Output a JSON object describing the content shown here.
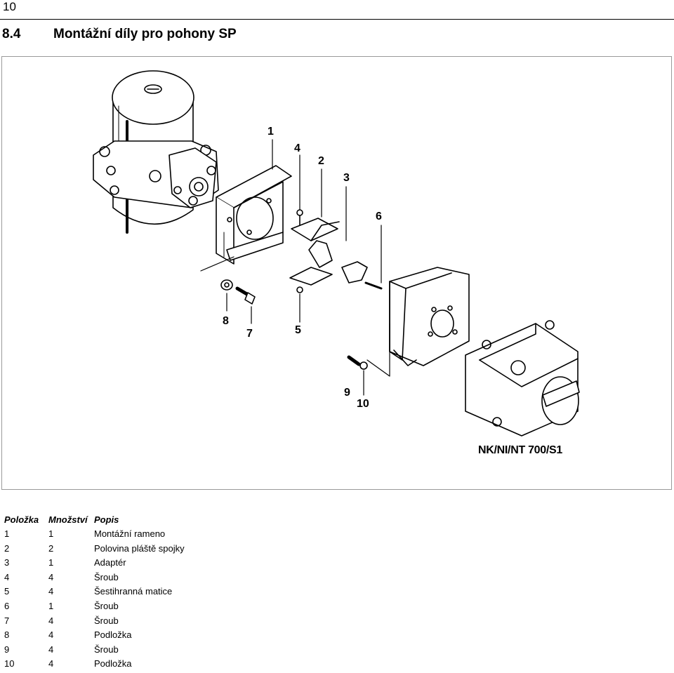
{
  "page_number": "10",
  "heading": {
    "number": "8.4",
    "title": "Montážní díly pro pohony SP"
  },
  "figure": {
    "model_label": "NK/NI/NT 700/S1",
    "callouts": [
      "1",
      "4",
      "2",
      "3",
      "6",
      "8",
      "7",
      "5",
      "9",
      "10"
    ]
  },
  "parts_table": {
    "headers": [
      "Položka",
      "Množství",
      "Popis"
    ],
    "rows": [
      [
        "1",
        "1",
        "Montážní rameno"
      ],
      [
        "2",
        "2",
        "Polovina pláště spojky"
      ],
      [
        "3",
        "1",
        "Adaptér"
      ],
      [
        "4",
        "4",
        "Šroub"
      ],
      [
        "5",
        "4",
        "Šestihranná matice"
      ],
      [
        "6",
        "1",
        "Šroub"
      ],
      [
        "7",
        "4",
        "Šroub"
      ],
      [
        "8",
        "4",
        "Podložka"
      ],
      [
        "9",
        "4",
        "Šroub"
      ],
      [
        "10",
        "4",
        "Podložka"
      ]
    ]
  }
}
